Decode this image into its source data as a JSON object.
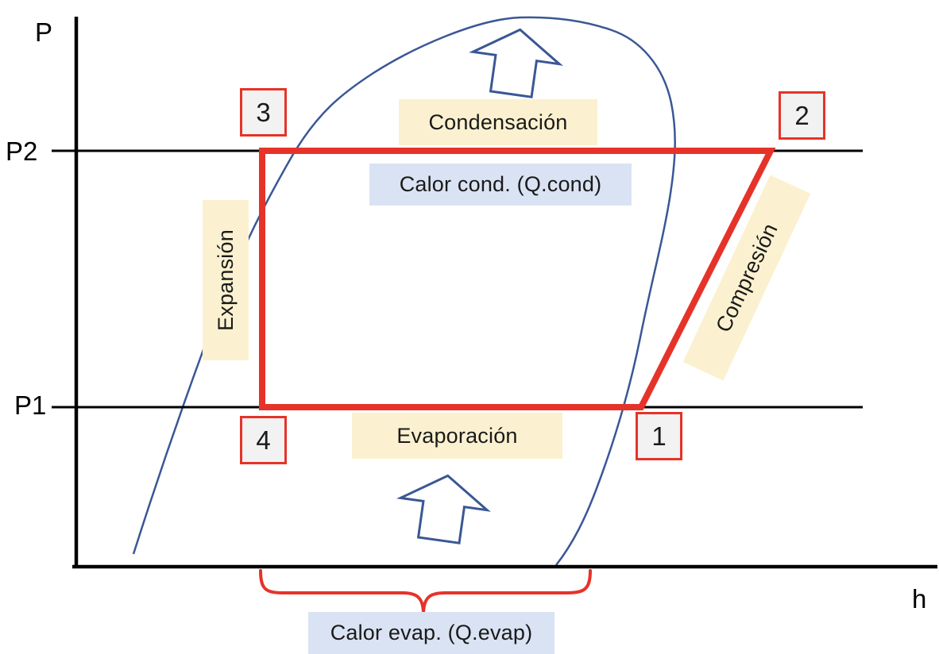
{
  "axes": {
    "pressure_label": "P",
    "enthalpy_label": "h"
  },
  "isobars": {
    "high_pressure_label": "P2",
    "low_pressure_label": "P1"
  },
  "points": [
    {
      "label": "3"
    },
    {
      "label": "2"
    },
    {
      "label": "4"
    },
    {
      "label": "1"
    }
  ],
  "processes": {
    "condensation": "Condensación",
    "compression": "Compresión",
    "expansion": "Expansión",
    "evaporation": "Evaporación"
  },
  "heat": {
    "condensation": "Calor cond. (Q.cond)",
    "evaporation": "Calor evap. (Q.evap)"
  },
  "icons": {
    "up_arrow_top": "block-arrow-up",
    "up_arrow_bottom": "block-arrow-up",
    "brace": "curly-brace-under"
  },
  "colors": {
    "cycle_red": "#e63329",
    "dome_blue": "#3a5795",
    "label_yellow": "#fbf1d0",
    "label_blue": "#dae3f3",
    "point_box_fill": "#f2f2f2",
    "axis_black": "#000000"
  }
}
